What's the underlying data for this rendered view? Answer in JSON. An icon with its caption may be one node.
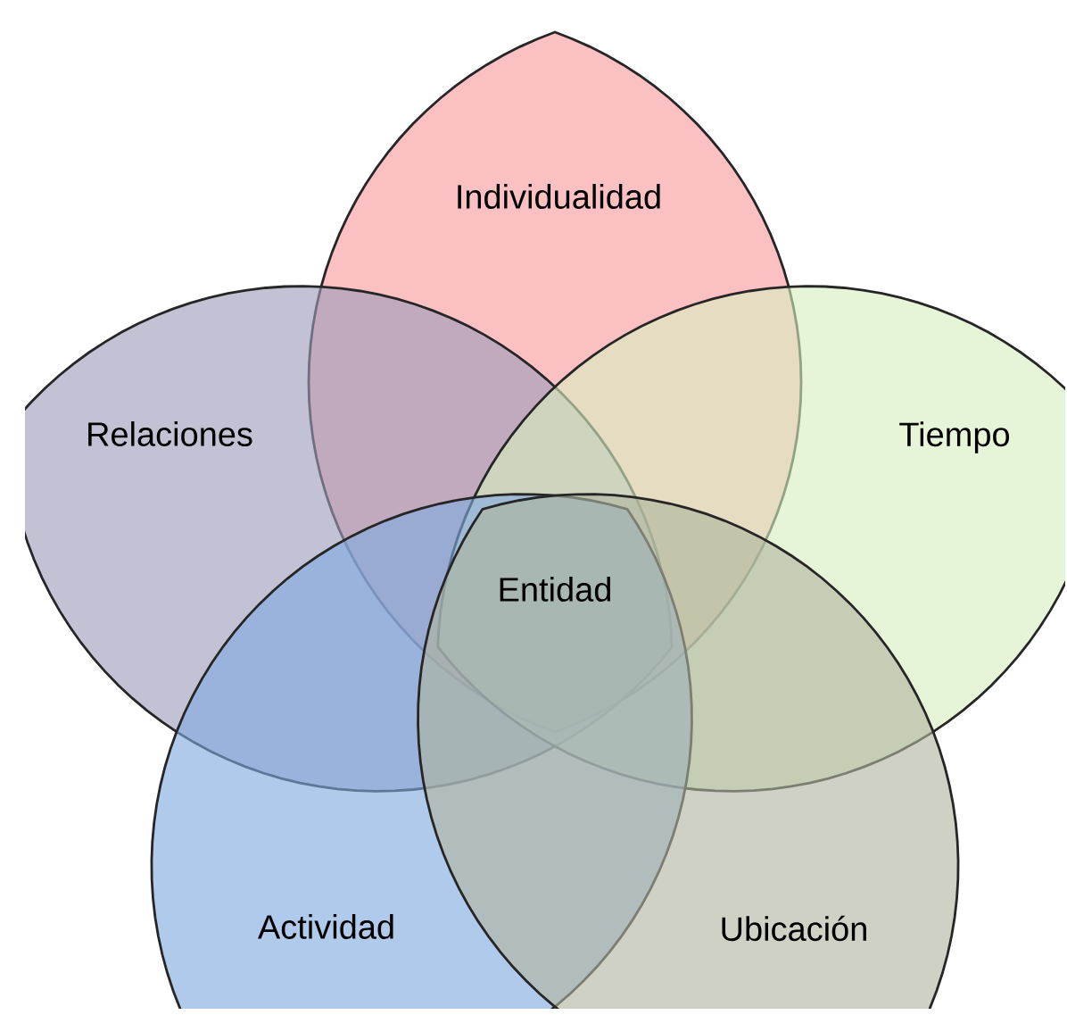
{
  "diagram": {
    "nodes": [
      {
        "text": [
          "Individualidad"
        ]
      },
      {
        "text": [
          "Relaciones"
        ]
      },
      {
        "text": [
          "Tiempo"
        ]
      },
      {
        "text": [
          "Entidad"
        ]
      },
      {
        "text": [
          "Actividad"
        ]
      },
      {
        "text": [
          "Ubicación"
        ]
      }
    ]
  }
}
